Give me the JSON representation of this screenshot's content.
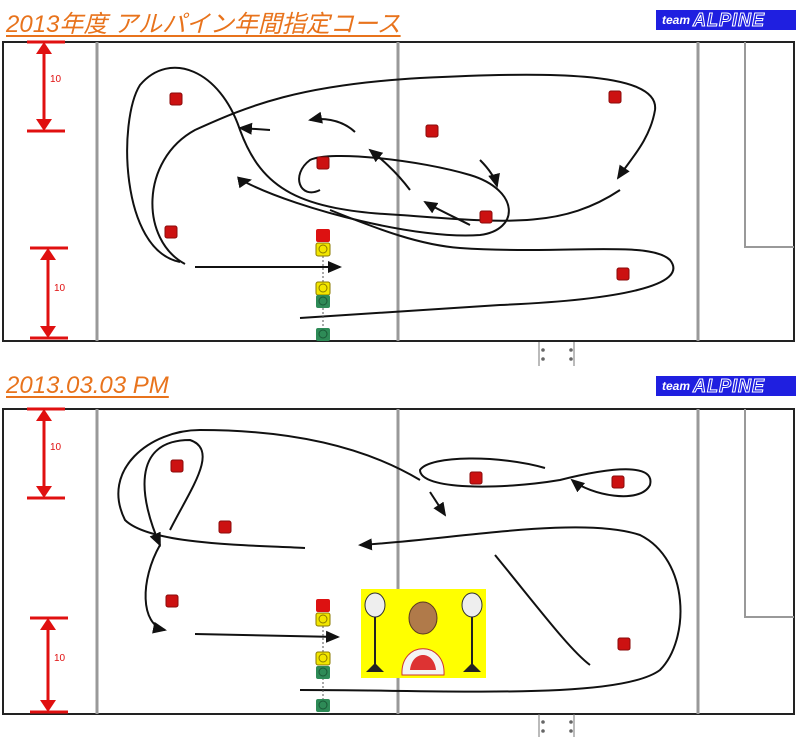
{
  "sections": [
    {
      "title": "2013年度  アルパイン年間指定コース",
      "badge_small": "team",
      "badge_large": "ALPINE",
      "dim_top": "10",
      "dim_bottom": "10"
    },
    {
      "title": "2013.03.03 PM",
      "badge_small": "team",
      "badge_large": "ALPINE",
      "dim_top": "10",
      "dim_bottom": "10"
    }
  ],
  "colors": {
    "title": "#e8731c",
    "badge_bg": "#1f1fe0",
    "pylon": "#cc1111",
    "dimension": "#e01010",
    "signal_red": "#dd1111",
    "signal_yellow": "#f2e600",
    "signal_green": "#2e8b57",
    "mascot_bg": "#ffff00"
  },
  "icons": {
    "pylon": "red-pylon-icon",
    "signal": "start-signal-icon",
    "mascot": "hina-doll-mascot-icon"
  }
}
